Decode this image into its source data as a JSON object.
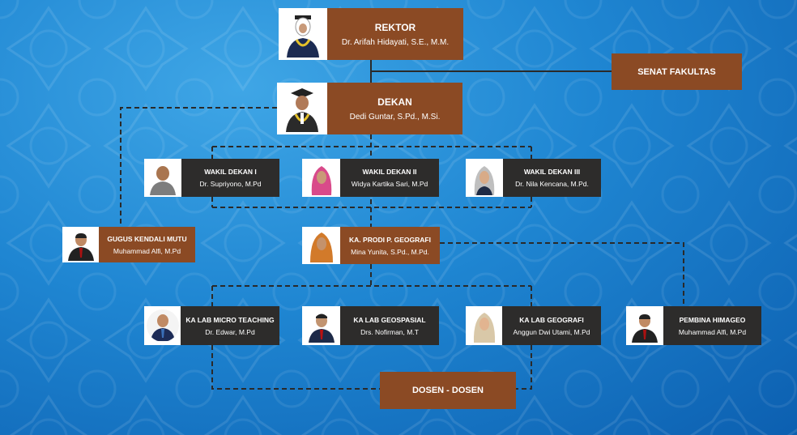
{
  "colors": {
    "brown": "#8b4a24",
    "dark": "#2d2c2b",
    "line": "#2a2a2a"
  },
  "rektor": {
    "title": "REKTOR",
    "name": "Dr. Arifah Hidayati, S.E., M.M."
  },
  "senat": {
    "title": "SENAT FAKULTAS"
  },
  "dekan": {
    "title": "DEKAN",
    "name": "Dedi Guntar, S.Pd., M.Si."
  },
  "wakil1": {
    "title": "WAKIL DEKAN I",
    "name": "Dr. Supriyono, M.Pd"
  },
  "wakil2": {
    "title": "WAKIL DEKAN II",
    "name": "Widya Kartika Sari, M.Pd"
  },
  "wakil3": {
    "title": "WAKIL DEKAN III",
    "name": "Dr. Nila Kencana, M.Pd."
  },
  "gugus": {
    "title": "GUGUS KENDALI MUTU",
    "name": "Muhammad Alfi, M.Pd"
  },
  "kaprodi": {
    "title": "KA. PRODI P. GEOGRAFI",
    "name": "Mina Yunita, S.Pd., M.Pd."
  },
  "lab1": {
    "title": "KA LAB MICRO TEACHING",
    "name": "Dr. Edwar, M.Pd"
  },
  "lab2": {
    "title": "KA LAB GEOSPASIAL",
    "name": "Drs. Nofirman, M.T"
  },
  "lab3": {
    "title": "KA LAB GEOGRAFI",
    "name": "Anggun Dwi Utami, M.Pd"
  },
  "pembina": {
    "title": "PEMBINA HIMAGEO",
    "name": "Muhammad Alfi, M.Pd"
  },
  "dosen": {
    "title": "DOSEN - DOSEN"
  }
}
